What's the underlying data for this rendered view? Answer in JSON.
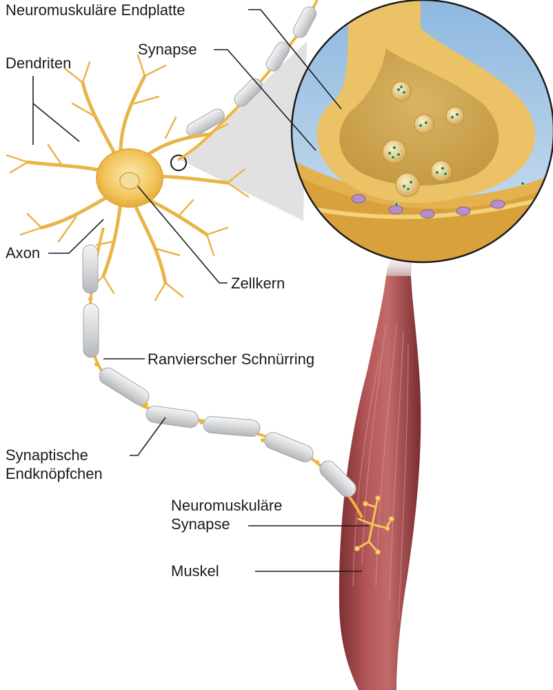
{
  "labels": {
    "endplate": "Neuromuskuläre Endplatte",
    "synapse": "Synapse",
    "dendrites": "Dendriten",
    "axon": "Axon",
    "nucleus": "Zellkern",
    "node_of_ranvier": "Ranvierscher Schnürring",
    "terminal_buttons_line1": "Synaptische",
    "terminal_buttons_line2": "Endknöpfchen",
    "nm_synapse_line1": "Neuromuskuläre",
    "nm_synapse_line2": "Synapse",
    "muscle": "Muskel"
  },
  "colors": {
    "neuron": "#f2c55a",
    "neuron_dark": "#d9a437",
    "myelin": "#d8dadc",
    "node": "#f2b23b",
    "muscle": "#a8474a",
    "muscle_dark": "#7d2f33",
    "inset_sky": "#a9cbe8",
    "vesicle": "#e7c576",
    "neurotransmitter": "#2a8a55",
    "receptor": "#b58fc9"
  }
}
